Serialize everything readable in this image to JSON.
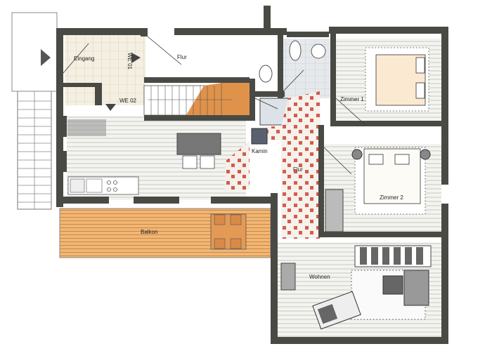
{
  "drawing": {
    "type": "floor-plan",
    "style": "hand-rendered marker sketch",
    "colors": {
      "wall": "#4a4a45",
      "wood_floor": "#e8a860",
      "stair_wood": "#e0924a",
      "tile_red": "#d04a3a",
      "light_yellow": "#f3e27a",
      "tile_grey": "#d9dde0",
      "floor_light": "#eeeeea"
    }
  },
  "rooms": [
    {
      "id": "eingang",
      "label": "Eingang"
    },
    {
      "id": "we01",
      "label": "WE 01"
    },
    {
      "id": "we02",
      "label": "WE 02"
    },
    {
      "id": "flur_top",
      "label": "Flur"
    },
    {
      "id": "kamin",
      "label": "Kamin"
    },
    {
      "id": "flur_center",
      "label": "Flur"
    },
    {
      "id": "zimmer1",
      "label": "Zimmer 1"
    },
    {
      "id": "zimmer2",
      "label": "Zimmer 2"
    },
    {
      "id": "balkon",
      "label": "Balkon"
    },
    {
      "id": "wohnen",
      "label": "Wohnen"
    }
  ]
}
